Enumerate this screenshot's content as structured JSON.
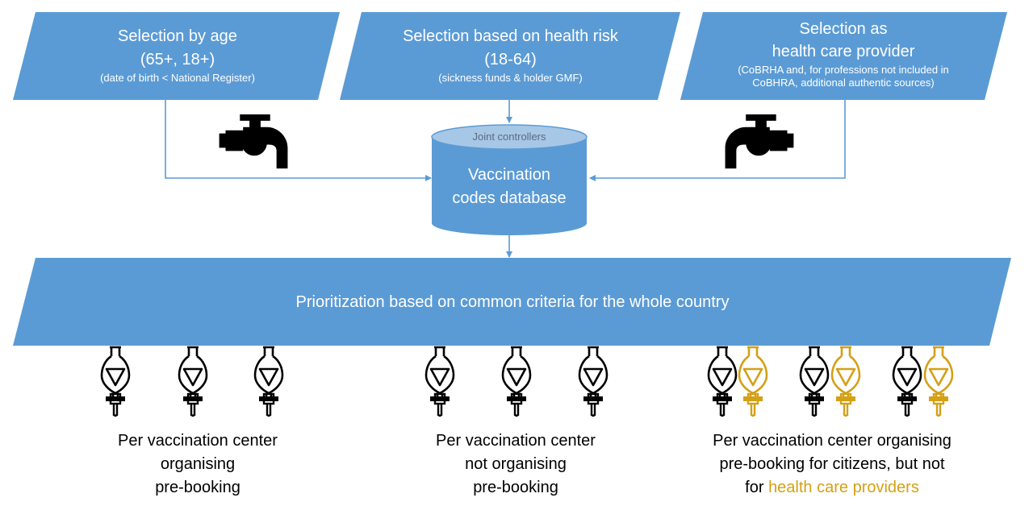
{
  "sources": {
    "age": {
      "title": "Selection by age",
      "subtitle": "(65+, 18+)",
      "note": "(date of birth < National Register)"
    },
    "health": {
      "title": "Selection based on health risk",
      "subtitle": "(18-64)",
      "note": "(sickness funds & holder GMF)"
    },
    "provider": {
      "title_line1": "Selection as",
      "title_line2": "health care provider",
      "note_line1": "(CoBRHA and, for professions not included in",
      "note_line2": "CoBHRA, additional authentic sources)"
    }
  },
  "database": {
    "top_label": "Joint controllers",
    "line1": "Vaccination",
    "line2": "codes database"
  },
  "prioritization": {
    "label": "Prioritization based on common criteria for the whole country"
  },
  "groups": [
    {
      "line1": "Per vaccination center",
      "line2": "organising",
      "line3": "pre-booking"
    },
    {
      "line1": "Per vaccination center",
      "line2": "not organising",
      "line3": "pre-booking"
    },
    {
      "line1": "Per vaccination center organising",
      "line2": "pre-booking for citizens, but not",
      "line3_prefix": "for ",
      "line3_highlight": "health care providers"
    }
  ],
  "colors": {
    "box_fill": "#5b9bd5",
    "db_top": "#a7c7e7",
    "arrow": "#5b9bd5",
    "icon_black": "#000000",
    "icon_gold": "#d4a017"
  },
  "icons": {
    "tap": "faucet-icon",
    "funnel": "separatory-funnel-icon"
  }
}
